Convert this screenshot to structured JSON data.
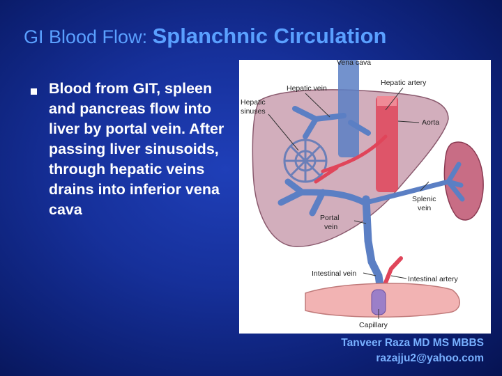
{
  "slide": {
    "title_prefix": "GI Blood Flow: ",
    "title_main": "Splanchnic Circulation",
    "bullet": "Blood from GIT, spleen and pancreas flow into liver by portal vein. After passing liver sinusoids, through hepatic veins drains into inferior vena cava",
    "credit_name": "Tanveer Raza MD MS MBBS",
    "credit_email": "razajju2@yahoo.com"
  },
  "figure": {
    "labels": {
      "vena_cava": "Vena cava",
      "hepatic_vein": "Hepatic vein",
      "hepatic_artery": "Hepatic artery",
      "hepatic_sinuses_1": "Hepatic",
      "hepatic_sinuses_2": "sinuses",
      "aorta": "Aorta",
      "splenic_vein_1": "Splenic",
      "splenic_vein_2": "vein",
      "portal_vein_1": "Portal",
      "portal_vein_2": "vein",
      "intestinal_vein": "Intestinal vein",
      "intestinal_artery": "Intestinal artery",
      "capillary": "Capillary"
    }
  },
  "colors": {
    "title": "#5aa0ff",
    "bullet_text": "#ffffff",
    "credit": "#78b0ff",
    "vein": "#5b7fc4",
    "artery": "#e0455a",
    "liver": "#caa0b0",
    "spleen": "#c86d85",
    "intestine": "#f2b3b3"
  }
}
